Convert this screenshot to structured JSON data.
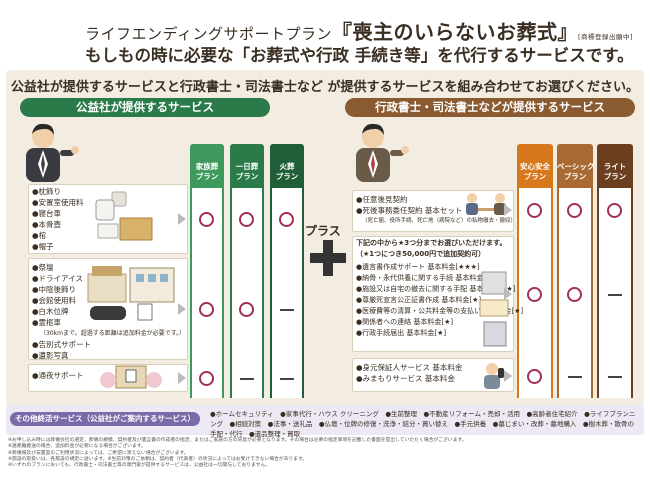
{
  "header": {
    "title_prefix": "ライフエンディングサポートプラン",
    "title_main": "『喪主のいらないお葬式』",
    "trademark": "[商標登録出願中]",
    "subtitle": "もしもの時に必要な「お葬式や行政 手続き等」を代行するサービスです。"
  },
  "intro": "公益社が提供するサービスと行政書士・司法書士など が提供するサービスを組み合わせてお選びください。",
  "left": {
    "title": "公益社が提供するサービス",
    "plans": [
      "家族葬\nプラン",
      "一日葬\nプラン",
      "火葬\nプラン"
    ],
    "groups": [
      {
        "items": [
          "●枕飾り",
          "●安置室使用料",
          "●寝台車",
          "●本骨壺",
          "●棺",
          "●帽子"
        ],
        "note": "",
        "marks": [
          "circle",
          "circle",
          "circle"
        ]
      },
      {
        "items": [
          "●祭壇",
          "●ドライアイス",
          "●中陰後飾り",
          "●会館使用料",
          "●白木位牌",
          "●霊柩車"
        ],
        "note": "（30kmまで。超過する距離は追加料金が必要です。）",
        "items2": [
          "●告別式サポート",
          "●遺影写真"
        ],
        "marks": [
          "circle",
          "circle",
          "dash"
        ]
      },
      {
        "items": [
          "●通夜サポート"
        ],
        "note": "",
        "marks": [
          "circle",
          "dash",
          "dash"
        ]
      }
    ]
  },
  "plus_label": "プラス",
  "right": {
    "title": "行政書士・司法書士などが提供するサービス",
    "plans": [
      "安心安全\nプラン",
      "ベーシック\nプラン",
      "ライト\nプラン"
    ],
    "groups": [
      {
        "items": [
          "●任意後見契約",
          "●死後事務委任契約 基本セット"
        ],
        "note": "（死亡届、役所手続、死亡地（病院など）の私物撤去・撤収）",
        "marks": [
          "circle",
          "circle",
          "circle"
        ]
      },
      {
        "header": "下記の中から★3つ分までお選びいただけます。",
        "header2": "（★1つにつき50,000円で追加契約可）",
        "items": [
          "●遺言書作成サポート 基本料金[★★★]",
          "●納骨・永代供養に関する手続 基本料金[★★]",
          "●施設又は自宅の撤去に関する手配 基本料金[★★]",
          "●尊厳死宣言公正証書作成 基本料金[★]",
          "●医療費等の清算・公共料金等の支払い 基本料金[★]",
          "●関係者への連絡 基本料金[★]",
          "●行政手続届出 基本料金[★]"
        ],
        "marks": [
          "circle",
          "circle",
          "dash"
        ]
      },
      {
        "items": [
          "●身元保証人サービス 基本料金",
          "●みまもりサービス 基本料金"
        ],
        "marks": [
          "circle",
          "dash",
          "dash"
        ]
      }
    ]
  },
  "other": {
    "label": "その他終活サービス（公益社がご案内するサービス）",
    "items": "●ホームセキュリティ　●家事代行・ハウス クリーニング　●生前整理　●不動産リフォーム・売却・活用　●高齢者住宅紹介　●ライフプランニング　●相続対策　●法事・送礼品　●仏壇・位牌の修復・洗浄・結分・買い替え　●手元供養　●墓じまい・改葬・墓地購入　●樹木葬・散骨の手配・代行　●遺品整理・買取"
  },
  "notes": [
    "※お申し込み時には葬儀会社の選定、葬儀の規模、契約者及び遺言書の作成者の指定、またはご家族の方の同意が必要となります。その場合は必要の指定事項を記載した書面を提出していただく場合がございます。",
    "※遠距離搬送の場合、追加料金が必要になる場合がございます。",
    "※葬儀場及び安置室のご利用状況によっては、ご希望に添えない場合がございます。",
    "※施設の取扱いは、各施設の規定に従います。※生前対策のご依頼は、契約者（代表者）の状況によってはお受けできない場合があります。",
    "※いずれのプランにおいても、行政書士・司法書士等の専門家が提供するサービスは、公益社は一切関与しておりません。"
  ],
  "colors": {
    "green": "#2a7a4a",
    "green_light": "#3e9a5c",
    "green_dark": "#1f5e36",
    "orange": "#d8781c",
    "brown": "#a86a32",
    "dark_brown": "#6a3e1e",
    "circle": "#a23050"
  }
}
